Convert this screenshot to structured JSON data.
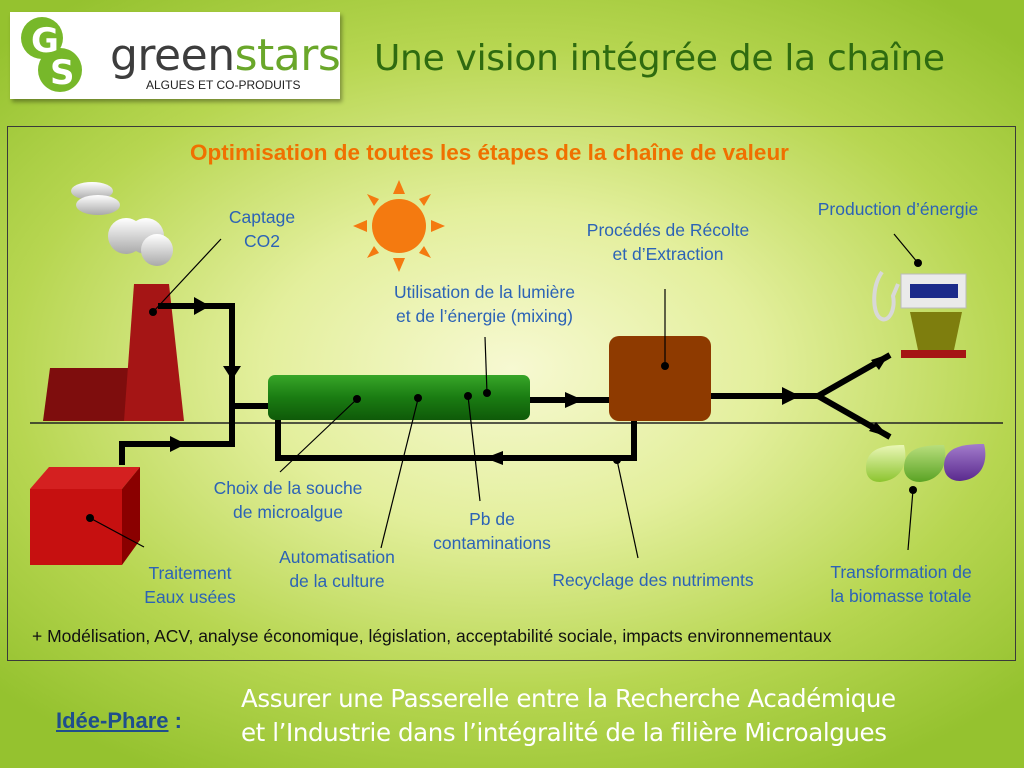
{
  "logo": {
    "monogram": "GS",
    "brand_part1": "green",
    "brand_part2": "stars",
    "tagline": "ALGUES ET CO-PRODUITS"
  },
  "title": "Une vision intégrée de la chaîne",
  "subtitle": "Optimisation de toutes les étapes de la chaîne de valeur",
  "labels": {
    "captage_l1": "Captage",
    "captage_l2": "CO2",
    "lumiere_l1": "Utilisation de la lumière",
    "lumiere_l2": "et de l’énergie (mixing)",
    "recolte_l1": "Procédés de Récolte",
    "recolte_l2": "et d’Extraction",
    "energie": "Production d’énergie",
    "souche_l1": "Choix de la souche",
    "souche_l2": "de microalgue",
    "contam_l1": "Pb de",
    "contam_l2": "contaminations",
    "automat_l1": "Automatisation",
    "automat_l2": "de la culture",
    "recyclage": "Recyclage des nutriments",
    "traitement_l1": "Traitement",
    "traitement_l2": "Eaux usées",
    "transfo_l1": "Transformation de",
    "transfo_l2": "la biomasse totale"
  },
  "footnote": "+ Modélisation, ACV, analyse économique,  législation, acceptabilité sociale, impacts environnementaux",
  "idee_label": "Idée-Phare",
  "idee_colon": " :",
  "mission_l1": "Assurer une Passerelle entre la Recherche Académique",
  "mission_l2": "et l’Industrie dans l’intégralité de la filière Microalgues",
  "colors": {
    "title": "#2f6b10",
    "subtitle": "#f07000",
    "labels": "#2c63b6",
    "factory": "#a51515",
    "photobioreactor": "#1a7a12",
    "harvester": "#8e3a00",
    "sun": "#f47a10"
  }
}
